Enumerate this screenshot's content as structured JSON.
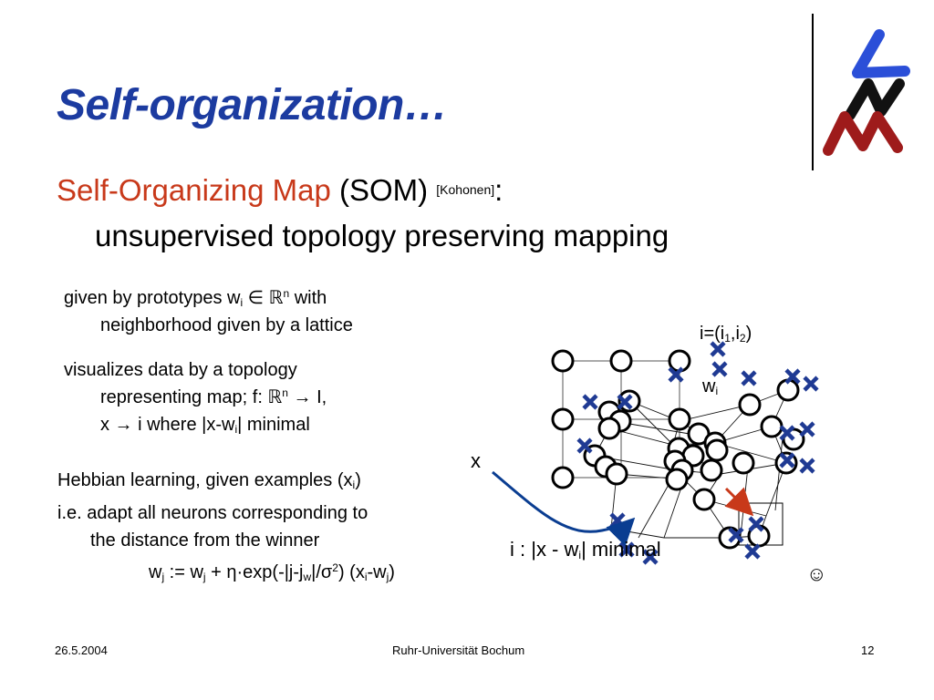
{
  "slide": {
    "title": "Self-organization…",
    "subtitle": {
      "red_part": "Self-Organizing Map",
      "som": " (SOM) ",
      "citation": "[Kohonen]",
      "colon": ":",
      "line2": "unsupervised topology preserving mapping"
    },
    "bullet1": {
      "a": "given by prototypes w",
      "a_sub": "i",
      "a_rest": " ∈ ℝ",
      "a_sup": "n",
      "a_end": " with",
      "b": "neighborhood given by a lattice"
    },
    "bullet2": {
      "a": "visualizes data by a topology",
      "b1": "representing map; f: ℝ",
      "b_sup": "n",
      "b2": " → I,",
      "c1": "x → i where |x-w",
      "c_sub": "i",
      "c2": "| minimal"
    },
    "bullet3": {
      "a": "Hebbian learning, given examples (x",
      "a_sub": "i",
      "a_end": ")"
    },
    "bullet4": {
      "a": "i.e. adapt all neurons corresponding to",
      "b": "the distance from the winner"
    },
    "formula": {
      "p1": "w",
      "s1": "j",
      "p2": " := w",
      "s2": "j",
      "p3": " + η·exp(-|j-j",
      "s3": "w",
      "p4": "|/σ",
      "sup": "2",
      "p5": ") (x",
      "s4": "i",
      "p6": "-w",
      "s5": "j",
      "p7": ")"
    },
    "smiley": "☺",
    "diagram": {
      "label_i": "i=(i",
      "label_i_sub1": "1",
      "label_i_comma": ",i",
      "label_i_sub2": "2",
      "label_i_end": ")",
      "label_wi": "w",
      "label_wi_sub": "i",
      "label_x": "x",
      "label_min1": "i : |x - w",
      "label_min_sub": "i",
      "label_min2": "| minimal"
    },
    "footer": {
      "date": "26.5.2004",
      "institution": "Ruhr-Universität Bochum",
      "page": "12"
    },
    "colors": {
      "title": "#1c3ba0",
      "red": "#c8391a",
      "cross": "#1f3a93",
      "arrow": "#0a3d91",
      "logo_blue": "#2b4fd8",
      "logo_red": "#9e1b1b"
    }
  }
}
